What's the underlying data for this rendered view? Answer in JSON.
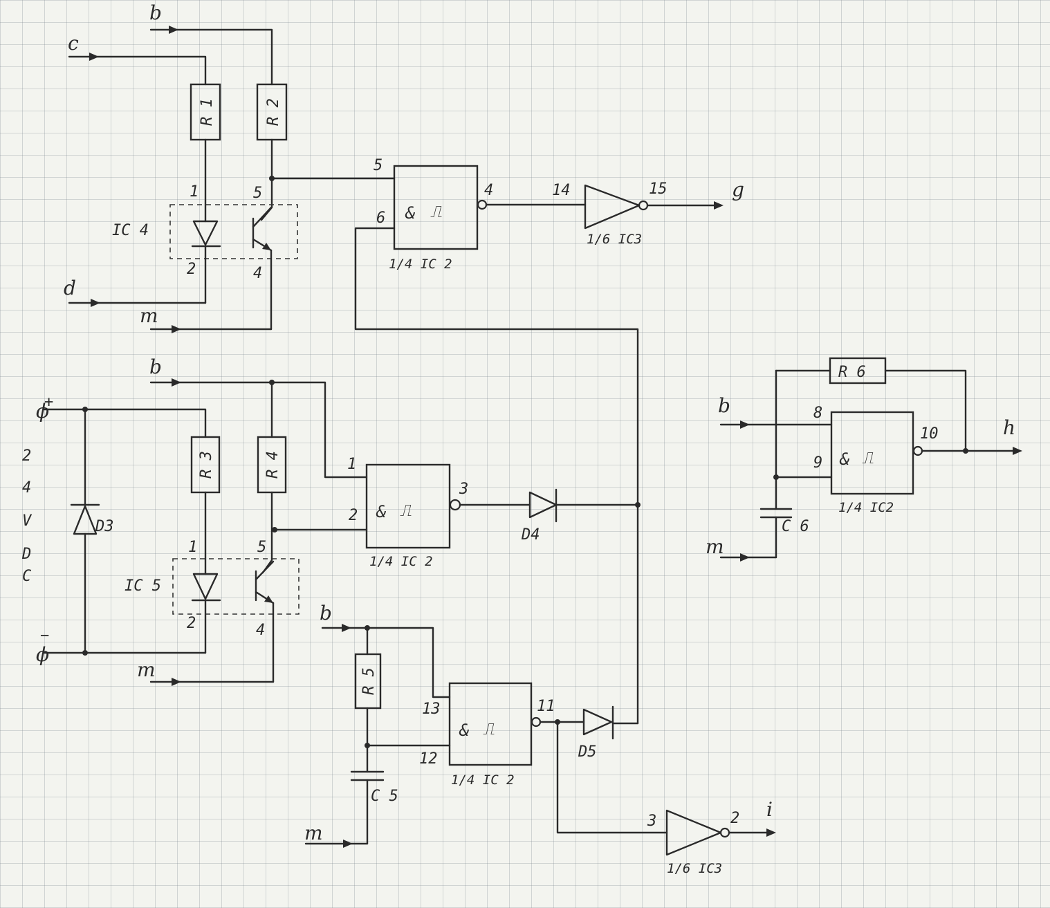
{
  "signals": {
    "b": "b",
    "c": "c",
    "d": "d",
    "m": "m",
    "g": "g",
    "h": "h",
    "i": "i",
    "plus": "+",
    "minus": "−",
    "phi": "ϕ"
  },
  "supply_label": [
    "2",
    "4",
    "V",
    "D",
    "C"
  ],
  "components": {
    "R1": "R 1",
    "R2": "R 2",
    "R3": "R 3",
    "R4": "R 4",
    "R5": "R 5",
    "R6": "R 6",
    "C5": "C 5",
    "C6": "C 6",
    "D3": "D3",
    "D4": "D4",
    "D5": "D5",
    "IC4": "IC 4",
    "IC5": "IC 5"
  },
  "gates": {
    "nand_label": "1/4  IC 2",
    "nand_label_b": "1/4  IC2",
    "inv_label": "1/6  IC3",
    "schmitt_mark": "&",
    "schmitt_symbol": "⎍"
  },
  "pins": {
    "p1": "1",
    "p2": "2",
    "p3": "3",
    "p4": "4",
    "p5": "5",
    "p6": "6",
    "p8": "8",
    "p9": "9",
    "p10": "10",
    "p11": "11",
    "p12": "12",
    "p13": "13",
    "p14": "14",
    "p15": "15"
  }
}
